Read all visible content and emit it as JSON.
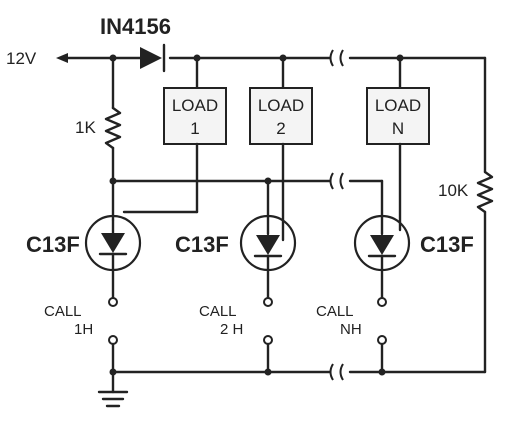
{
  "diode": {
    "label": "IN4156"
  },
  "supply": {
    "label": "12V"
  },
  "resistors": {
    "r1": "1K",
    "r2": "10K"
  },
  "loads": [
    {
      "line1": "LOAD",
      "line2": "1"
    },
    {
      "line1": "LOAD",
      "line2": "2"
    },
    {
      "line1": "LOAD",
      "line2": "N"
    }
  ],
  "scrs": [
    {
      "label": "C13F"
    },
    {
      "label": "C13F"
    },
    {
      "label": "C13F"
    }
  ],
  "calls": [
    {
      "line1": "CALL",
      "line2": "1H"
    },
    {
      "line1": "CALL",
      "line2": "2 H"
    },
    {
      "line1": "CALL",
      "line2": "NH"
    }
  ]
}
